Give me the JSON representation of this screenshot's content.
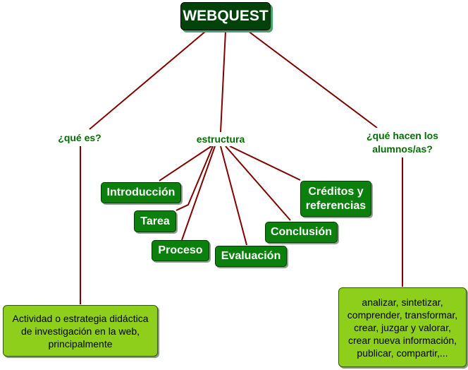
{
  "root": {
    "label": "WEBQUEST"
  },
  "branches": {
    "que_es": {
      "label": "¿qué es?"
    },
    "estructura": {
      "label": "estructura"
    },
    "que_hacen": {
      "label": "¿qué hacen los alumnos/as?"
    }
  },
  "estructura_items": {
    "introduccion": "Introducción",
    "tarea": "Tarea",
    "proceso": "Proceso",
    "evaluacion": "Evaluación",
    "conclusion": "Conclusión",
    "creditos": "Créditos y referencias"
  },
  "descriptions": {
    "definicion": "Actividad o estrategia didáctica de investigación en la web, principalmente",
    "acciones": "analizar, sintetizar, comprender, transformar, crear, juzgar y valorar, crear nueva información, publicar, compartir,..."
  },
  "colors": {
    "link": "#800000",
    "root_fill": "#00420a",
    "item_fill": "#0b800d",
    "description_fill": "#8ecf1b",
    "concept_text": "#006f00"
  }
}
